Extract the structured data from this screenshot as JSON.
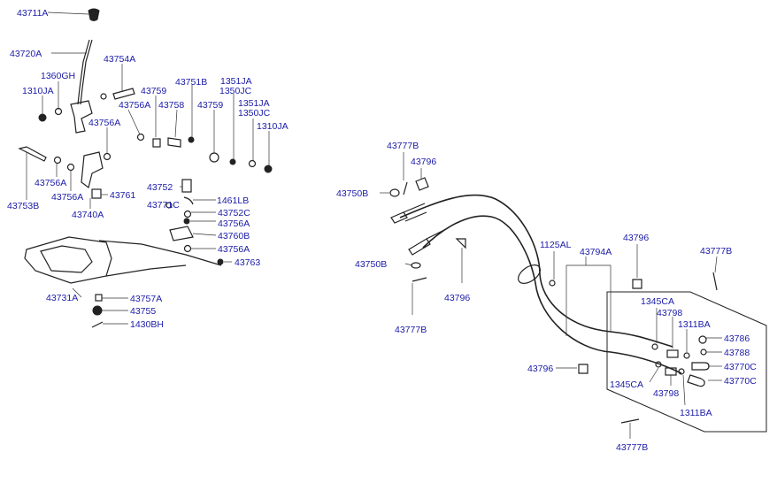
{
  "labels": {
    "l43711A": "43711A",
    "l43720A": "43720A",
    "l1360GH": "1360GH",
    "l1310JA_a": "1310JA",
    "l43754A": "43754A",
    "l43759_a": "43759",
    "l43751B": "43751B",
    "l1351JA_a": "1351JA",
    "l1350JC_a": "1350JC",
    "l43756A_a": "43756A",
    "l43758": "43758",
    "l43759_b": "43759",
    "l1351JA_b": "1351JA",
    "l1350JC_b": "1350JC",
    "l43756A_b": "43756A",
    "l1310JA_b": "1310JA",
    "l43756A_c": "43756A",
    "l43756A_d": "43756A",
    "l43761": "43761",
    "l43753B": "43753B",
    "l43740A": "43740A",
    "l43752": "43752",
    "l1461LB": "1461LB",
    "l43771C": "43771C",
    "l43752C": "43752C",
    "l43756A_e": "43756A",
    "l43760B": "43760B",
    "l43756A_f": "43756A",
    "l43763": "43763",
    "l43731A": "43731A",
    "l43757A": "43757A",
    "l43755": "43755",
    "l1430BH": "1430BH",
    "l43777B_a": "43777B",
    "l43796_a": "43796",
    "l43750B_a": "43750B",
    "l43750B_b": "43750B",
    "l43796_b": "43796",
    "l43777B_b": "43777B",
    "l1125AL": "1125AL",
    "l43794A": "43794A",
    "l43796_c": "43796",
    "l43777B_c": "43777B",
    "l1345CA_a": "1345CA",
    "l43798_a": "43798",
    "l1311BA_a": "1311BA",
    "l43786": "43786",
    "l43788": "43788",
    "l43770C_a": "43770C",
    "l43796_d": "43796",
    "l1345CA_b": "1345CA",
    "l43770C_b": "43770C",
    "l43798_b": "43798",
    "l1311BA_b": "1311BA",
    "l43777B_d": "43777B"
  },
  "colors": {
    "label": "#1a1aa8",
    "line": "#222222",
    "background": "#ffffff"
  }
}
